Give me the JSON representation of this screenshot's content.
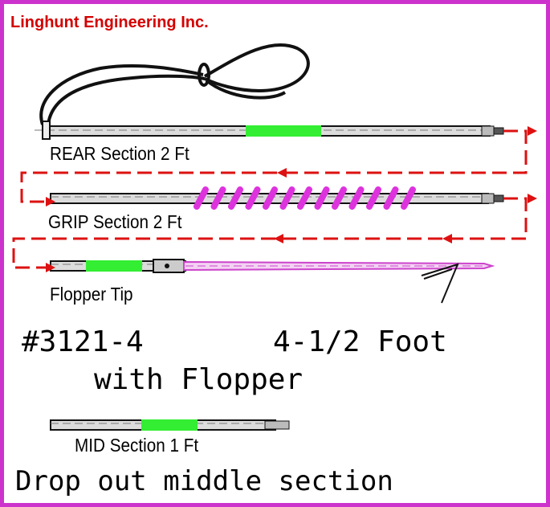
{
  "company": "Linghunt Engineering Inc.",
  "sections": {
    "rear": "REAR Section 2  Ft",
    "grip": "GRIP Section 2 Ft",
    "tip": "Flopper Tip",
    "mid": "MID Section 1 Ft"
  },
  "part_number": "#3121-4",
  "length": "4-1/2 Foot",
  "with": "with Flopper",
  "note": "Drop out middle section",
  "colors": {
    "border": "#cc33cc",
    "company": "#d40000",
    "arrow": "#dd1111",
    "green_band": "#33ee33",
    "grip_wrap": "#dd33dd",
    "tip_line": "#cc44cc"
  }
}
